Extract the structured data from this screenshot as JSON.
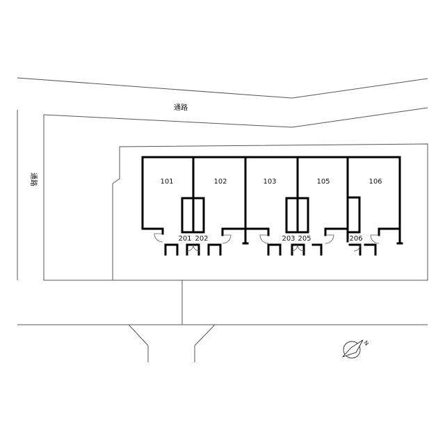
{
  "roads": {
    "top_label": "通路",
    "left_label": "通路"
  },
  "units": {
    "u101": "101",
    "u102": "102",
    "u103": "103",
    "u105": "105",
    "u106": "106",
    "u201": "201",
    "u202": "202",
    "u203": "203",
    "u205": "205",
    "u206": "206"
  },
  "compass": {
    "north_label": "N",
    "icon": "compass-north-arrow-icon"
  }
}
